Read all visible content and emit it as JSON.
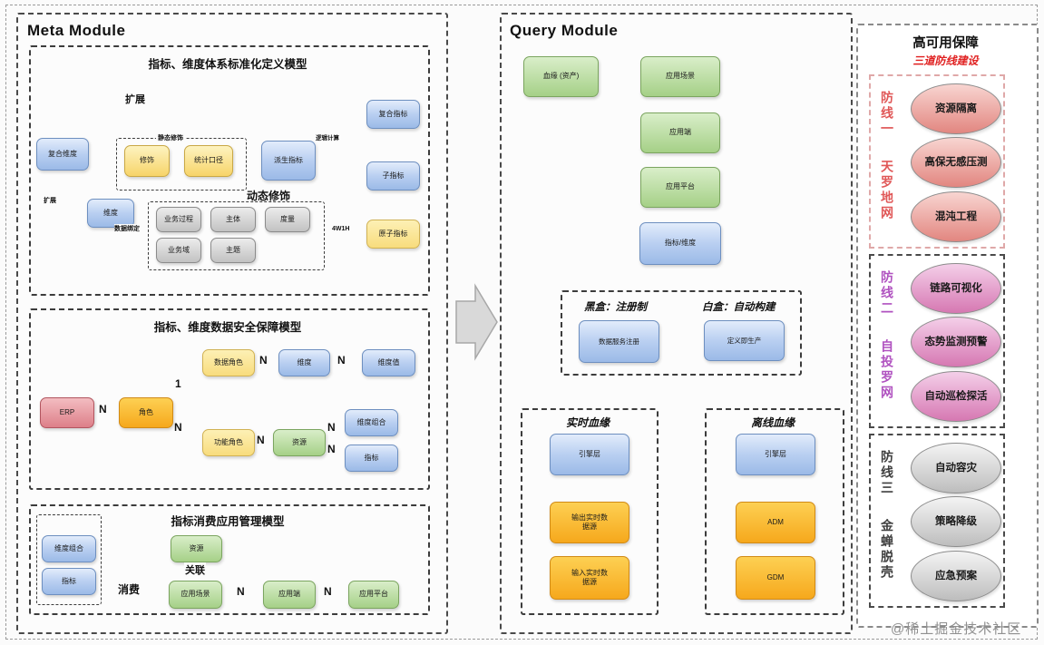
{
  "meta": {
    "title": "Meta Module",
    "s1": {
      "title": "指标、维度体系标准化定义模型",
      "composite_dim": "复合维度",
      "dim": "维度",
      "static_group_label": "静态修饰",
      "modifier": "修饰",
      "caliber": "统计口径",
      "derived_metric": "派生指标",
      "composite_metric": "复合指标",
      "sub_metric": "子指标",
      "atomic_metric": "原子指标",
      "biz_process": "业务过程",
      "subject": "主体",
      "measure": "度量",
      "biz_domain": "业务域",
      "theme": "主题",
      "extend_top": "扩展",
      "extend_left": "扩展",
      "dynamic_modifier": "动态修饰",
      "logic_calc": "逻辑计算",
      "data_bind": "数据绑定",
      "w4h1": "4W1H"
    },
    "s2": {
      "title": "指标、维度数据安全保障模型",
      "erp": "ERP",
      "role": "角色",
      "data_role": "数据角色",
      "func_role": "功能角色",
      "dim": "维度",
      "dim_value": "维度值",
      "resource": "资源",
      "dim_combo": "维度组合",
      "metric": "指标",
      "n": "N",
      "one": "1"
    },
    "s3": {
      "title": "指标消费应用管理模型",
      "dim_combo": "维度组合",
      "metric": "指标",
      "resource": "资源",
      "relate": "关联",
      "consume": "消费",
      "app_scene": "应用场景",
      "app_terminal": "应用端",
      "app_platform": "应用平台",
      "n": "N"
    }
  },
  "query": {
    "title": "Query Module",
    "lineage_asset": "血缘 (资产)",
    "app_scene": "应用场景",
    "app_terminal": "应用端",
    "app_platform": "应用平台",
    "metric_dim": "指标/维度",
    "blackbox_title": "黑盒：注册制",
    "blackbox_node": "数据服务注册",
    "whitebox_title": "白盒：自动构建",
    "whitebox_node": "定义即生产",
    "realtime": {
      "title": "实时血缘",
      "engine": "引擎层",
      "out_source": "输出实时数据源",
      "in_source": "输入实时数据源"
    },
    "offline": {
      "title": "离线血缘",
      "engine": "引擎层",
      "adm": "ADM",
      "gdm": "GDM"
    }
  },
  "ha": {
    "title": "高可用保障",
    "subtitle": "三道防线建设",
    "groups": [
      {
        "line": "防线一",
        "name": "天罗地网",
        "items": [
          "资源隔离",
          "高保无感压测",
          "混沌工程"
        ]
      },
      {
        "line": "防线二",
        "name": "自投罗网",
        "items": [
          "链路可视化",
          "态势监测预警",
          "自动巡检探活"
        ]
      },
      {
        "line": "防线三",
        "name": "金蝉脱壳",
        "items": [
          "自动容灾",
          "策略降级",
          "应急预案"
        ]
      }
    ]
  },
  "watermark": "@稀土掘金技术社区",
  "colors": {
    "defense1": "#e05858",
    "defense2": "#b052c0",
    "defense3": "#3f3f3f",
    "accent_red": "#e02020"
  }
}
